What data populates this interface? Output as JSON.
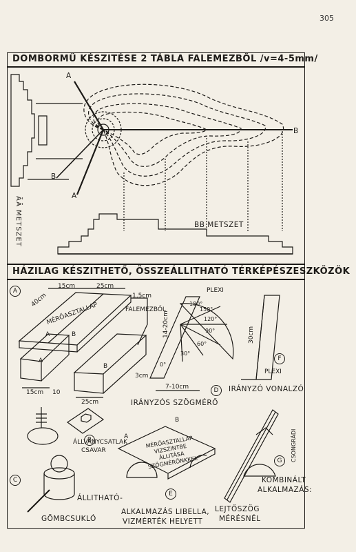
{
  "page_number": "305",
  "section1": {
    "title": "DOMBORMŰ KÉSZITÉSE 2 TÁBLA FALEMEZBŐL /v=4-5mm/",
    "label_a_top": "A",
    "label_a_bottom": "A",
    "label_b_left": "B",
    "label_b_right": "B",
    "aa_section": "ĀĀ METSZET",
    "bb_section": "BB METSZET"
  },
  "section2": {
    "title": "HÁZILAG KÉSZITHETŐ, ÖSSZEÁLLITHATÓ TÉRKÉPÉSZESZKÖZÖK",
    "dim_15cm": "15cm",
    "dim_25cm": "25cm",
    "dim_15cm_small": "1,5cm",
    "dim_40cm": "40cm",
    "meroasztal": "MÉRŐASZTALLAP",
    "falemezbol": "FALEMEZBŐL",
    "letter_a": "A",
    "letter_b": "B",
    "letter_a2": "A",
    "letter_b2": "B",
    "dim_15cm_b": "15cm",
    "dim_10": "10",
    "dim_25cm_b": "25cm",
    "plexi_top": "PLEXI",
    "deg_180": "180°",
    "deg_150": "150°",
    "deg_120": "120°",
    "deg_90": "90°",
    "deg_60": "60°",
    "deg_30": "30°",
    "deg_0": "0°",
    "dim_14_20": "14-20cm",
    "dim_3cm": "3cm",
    "dim_7_10": "7-10cm",
    "iranyzos_szogmero": "IRÁNYZÓS SZÖGMÉRŐ",
    "dim_30cm": "30cm",
    "plexi_right": "PLEXI",
    "iranyzo_vonalzo": "IRÁNYZÓ VONALZÓ",
    "circle_a": "A",
    "circle_b": "B",
    "circle_c": "C",
    "circle_d": "D",
    "circle_e": "E",
    "circle_f": "F",
    "circle_g": "G",
    "allvanycsatlak": "ÁLLVÁNYCSATLAK",
    "csavar": "CSAVAR",
    "allithato": "ÁLLITHATÓ-",
    "gombcsuklo": "GÖMBCSUKLÓ",
    "dim_b": "B",
    "dim_a": "A",
    "meroasztallap_text": [
      "MÉRŐASZTALLAP",
      "VIZSZINTBE",
      "ÁLLITÁSA",
      "SZÖGMÉRŐNKKEL"
    ],
    "alkalmazas_libella": "ALKALMAZÁS LIBELLA,",
    "vizmertek_helyett": "VIZMÉRTÉK HELYETT",
    "csongradi": "CSONGRÁDI",
    "kombinalt": "KOMBINÁLT",
    "alkalmazas2": "ALKALMAZÁS:",
    "lejtoszog": "LEJTŐSZÖG",
    "meresnel": "MÉRÉSNÉL"
  }
}
